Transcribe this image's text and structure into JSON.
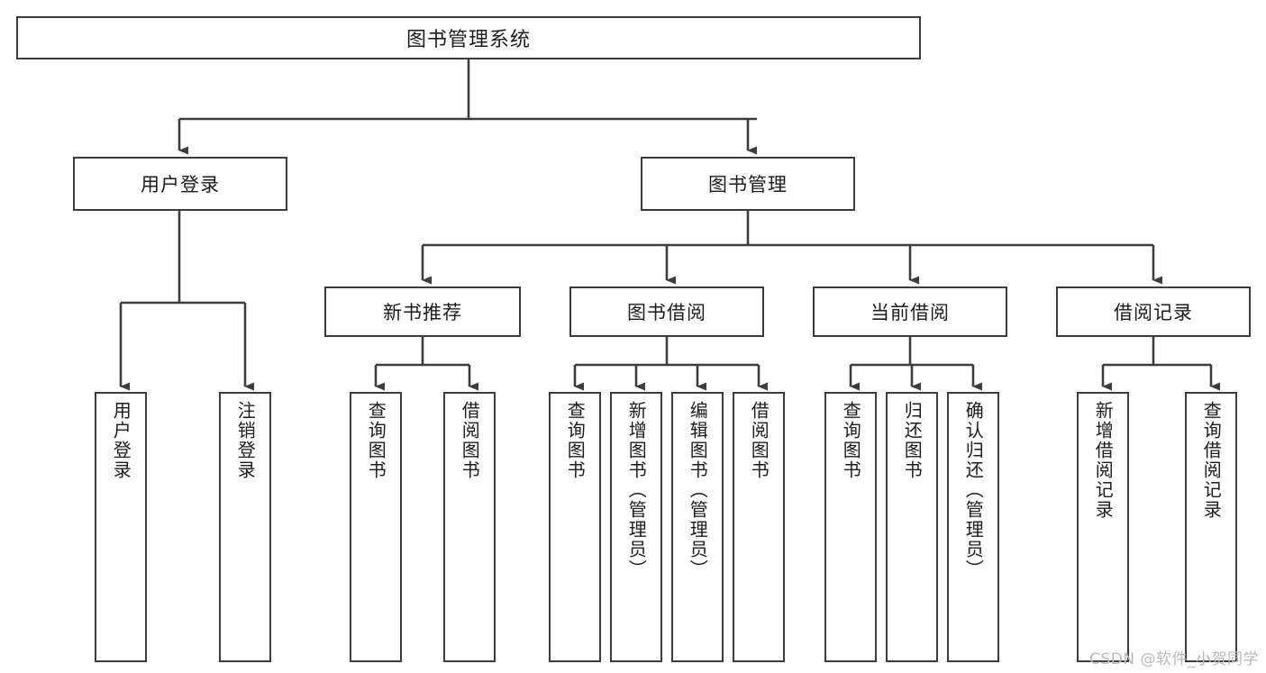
{
  "diagram": {
    "title": "图书管理系统",
    "type": "hierarchy-tree",
    "colors": {
      "background": "#ffffff",
      "border": "#3d3d3d",
      "connector": "#3d3d3d",
      "text": "#1c1c1c",
      "watermark": "#b9b9b9"
    },
    "levels": {
      "root": "图书管理系统",
      "level2": [
        "用户登录",
        "图书管理"
      ],
      "level3": [
        "新书推荐",
        "图书借阅",
        "当前借阅",
        "借阅记录"
      ]
    },
    "nodes": {
      "root": {
        "label": "图书管理系统"
      },
      "user_login": {
        "label": "用户登录"
      },
      "book_manage": {
        "label": "图书管理"
      },
      "new_book_rec": {
        "label": "新书推荐"
      },
      "book_borrow": {
        "label": "图书借阅"
      },
      "current_borrow": {
        "label": "当前借阅"
      },
      "borrow_record": {
        "label": "借阅记录"
      }
    },
    "leaves": {
      "user_login": [
        {
          "label": "用户登录"
        },
        {
          "label": "注销登录"
        }
      ],
      "new_book_rec": [
        {
          "label": "查询图书"
        },
        {
          "label": "借阅图书"
        }
      ],
      "book_borrow": [
        {
          "label": "查询图书"
        },
        {
          "label": "新增图书（管理员）"
        },
        {
          "label": "编辑图书（管理员）"
        },
        {
          "label": "借阅图书"
        }
      ],
      "current_borrow": [
        {
          "label": "查询图书"
        },
        {
          "label": "归还图书"
        },
        {
          "label": "确认归还（管理员）"
        }
      ],
      "borrow_record": [
        {
          "label": "新增借阅记录"
        },
        {
          "label": "查询借阅记录"
        }
      ]
    },
    "watermark": "CSDN @软件_小贺同学"
  }
}
